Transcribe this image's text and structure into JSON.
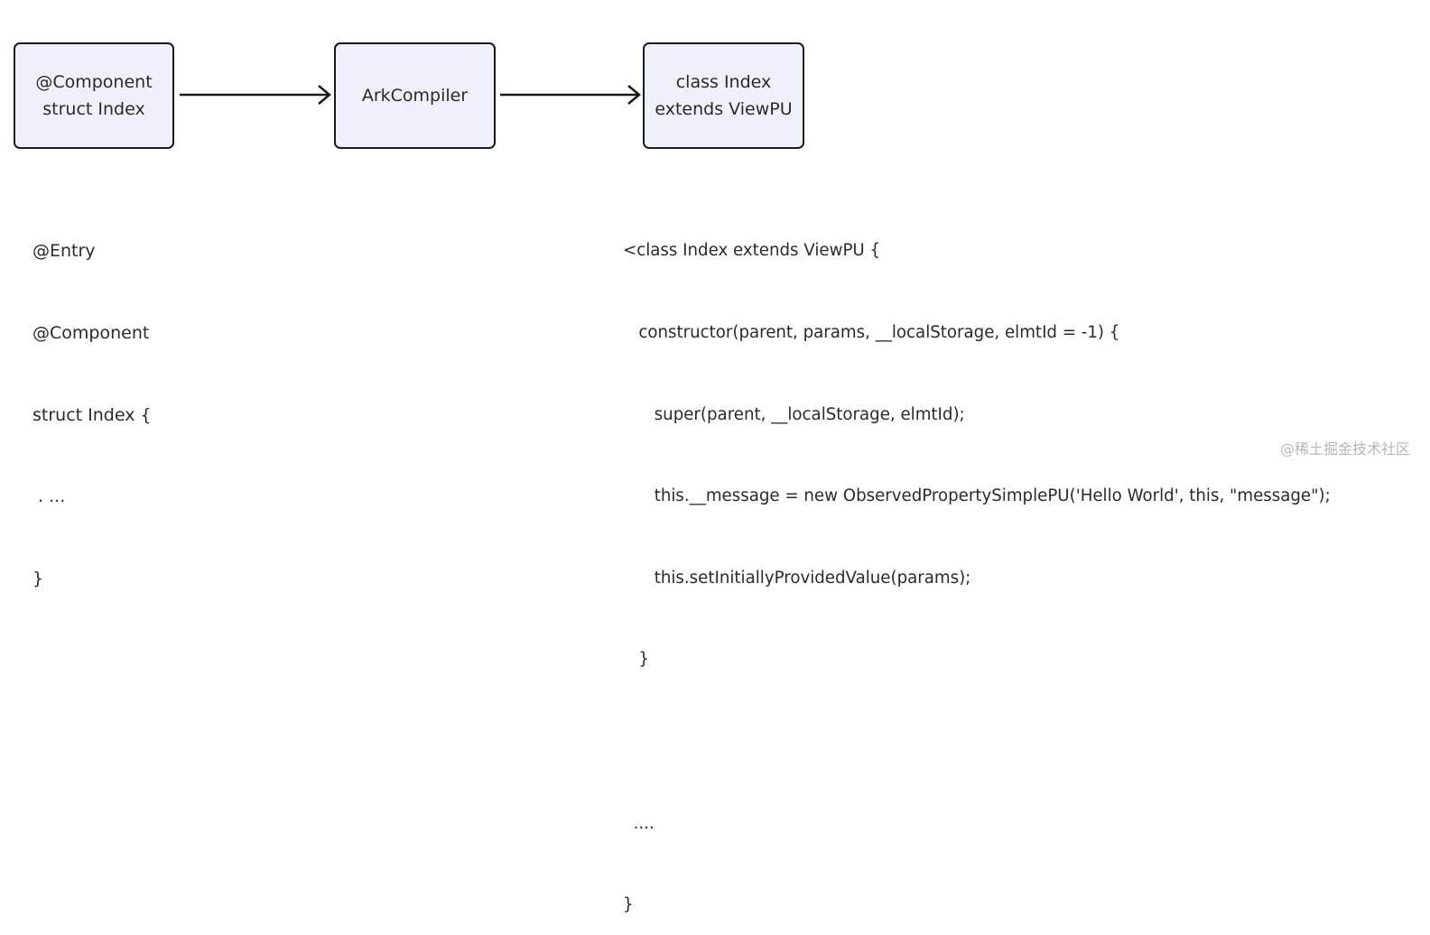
{
  "colors": {
    "box_fill": "#eef0fa",
    "box_border": "#1a1a1a",
    "arrow": "#1a1a1a",
    "text": "#2a2a2a",
    "watermark": "#b5b5b5"
  },
  "nodes": [
    {
      "id": "source",
      "lines": [
        "@Component",
        "struct Index"
      ]
    },
    {
      "id": "compiler",
      "lines": [
        "ArkCompiler"
      ]
    },
    {
      "id": "output",
      "lines": [
        "class Index",
        "extends ViewPU"
      ]
    }
  ],
  "edges": [
    {
      "from": "source",
      "to": "compiler"
    },
    {
      "from": "compiler",
      "to": "output"
    }
  ],
  "source_code": [
    "@Entry",
    "@Component",
    "struct Index {",
    " . ...",
    "}"
  ],
  "compiled_code": [
    "<class Index extends ViewPU {",
    "   constructor(parent, params, __localStorage, elmtId = -1) {",
    "      super(parent, __localStorage, elmtId);",
    "      this.__message = new ObservedPropertySimplePU('Hello World', this, \"message\");",
    "      this.setInitiallyProvidedValue(params);",
    "   }",
    "",
    "  ....",
    "}"
  ],
  "watermark": "@稀土掘金技术社区"
}
